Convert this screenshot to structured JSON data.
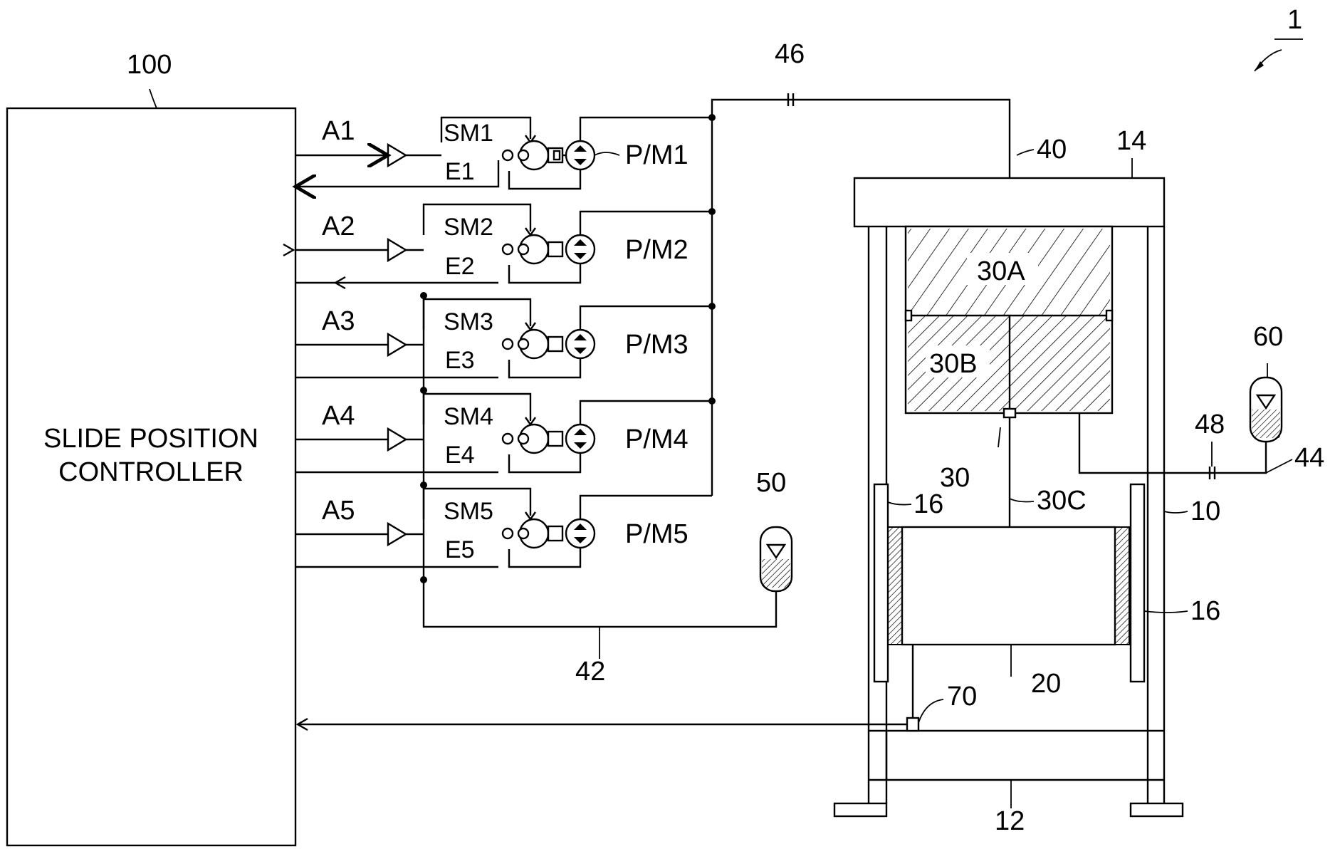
{
  "figure_number": "1",
  "controller": {
    "ref": "100",
    "line1": "SLIDE POSITION",
    "line2": "CONTROLLER"
  },
  "amplifiers": [
    "A1",
    "A2",
    "A3",
    "A4",
    "A5"
  ],
  "servo_motors": [
    "SM1",
    "SM2",
    "SM3",
    "SM4",
    "SM5"
  ],
  "encoders": [
    "E1",
    "E2",
    "E3",
    "E4",
    "E5"
  ],
  "pump_motors": [
    "P/M1",
    "P/M2",
    "P/M3",
    "P/M4",
    "P/M5"
  ],
  "refs": {
    "r1": "1",
    "r10": "10",
    "r12": "12",
    "r14": "14",
    "r16a": "16",
    "r16b": "16",
    "r20": "20",
    "r30": "30",
    "r30A": "30A",
    "r30B": "30B",
    "r30C": "30C",
    "r40": "40",
    "r42": "42",
    "r44": "44",
    "r46": "46",
    "r48": "48",
    "r50": "50",
    "r60": "60",
    "r70": "70"
  }
}
